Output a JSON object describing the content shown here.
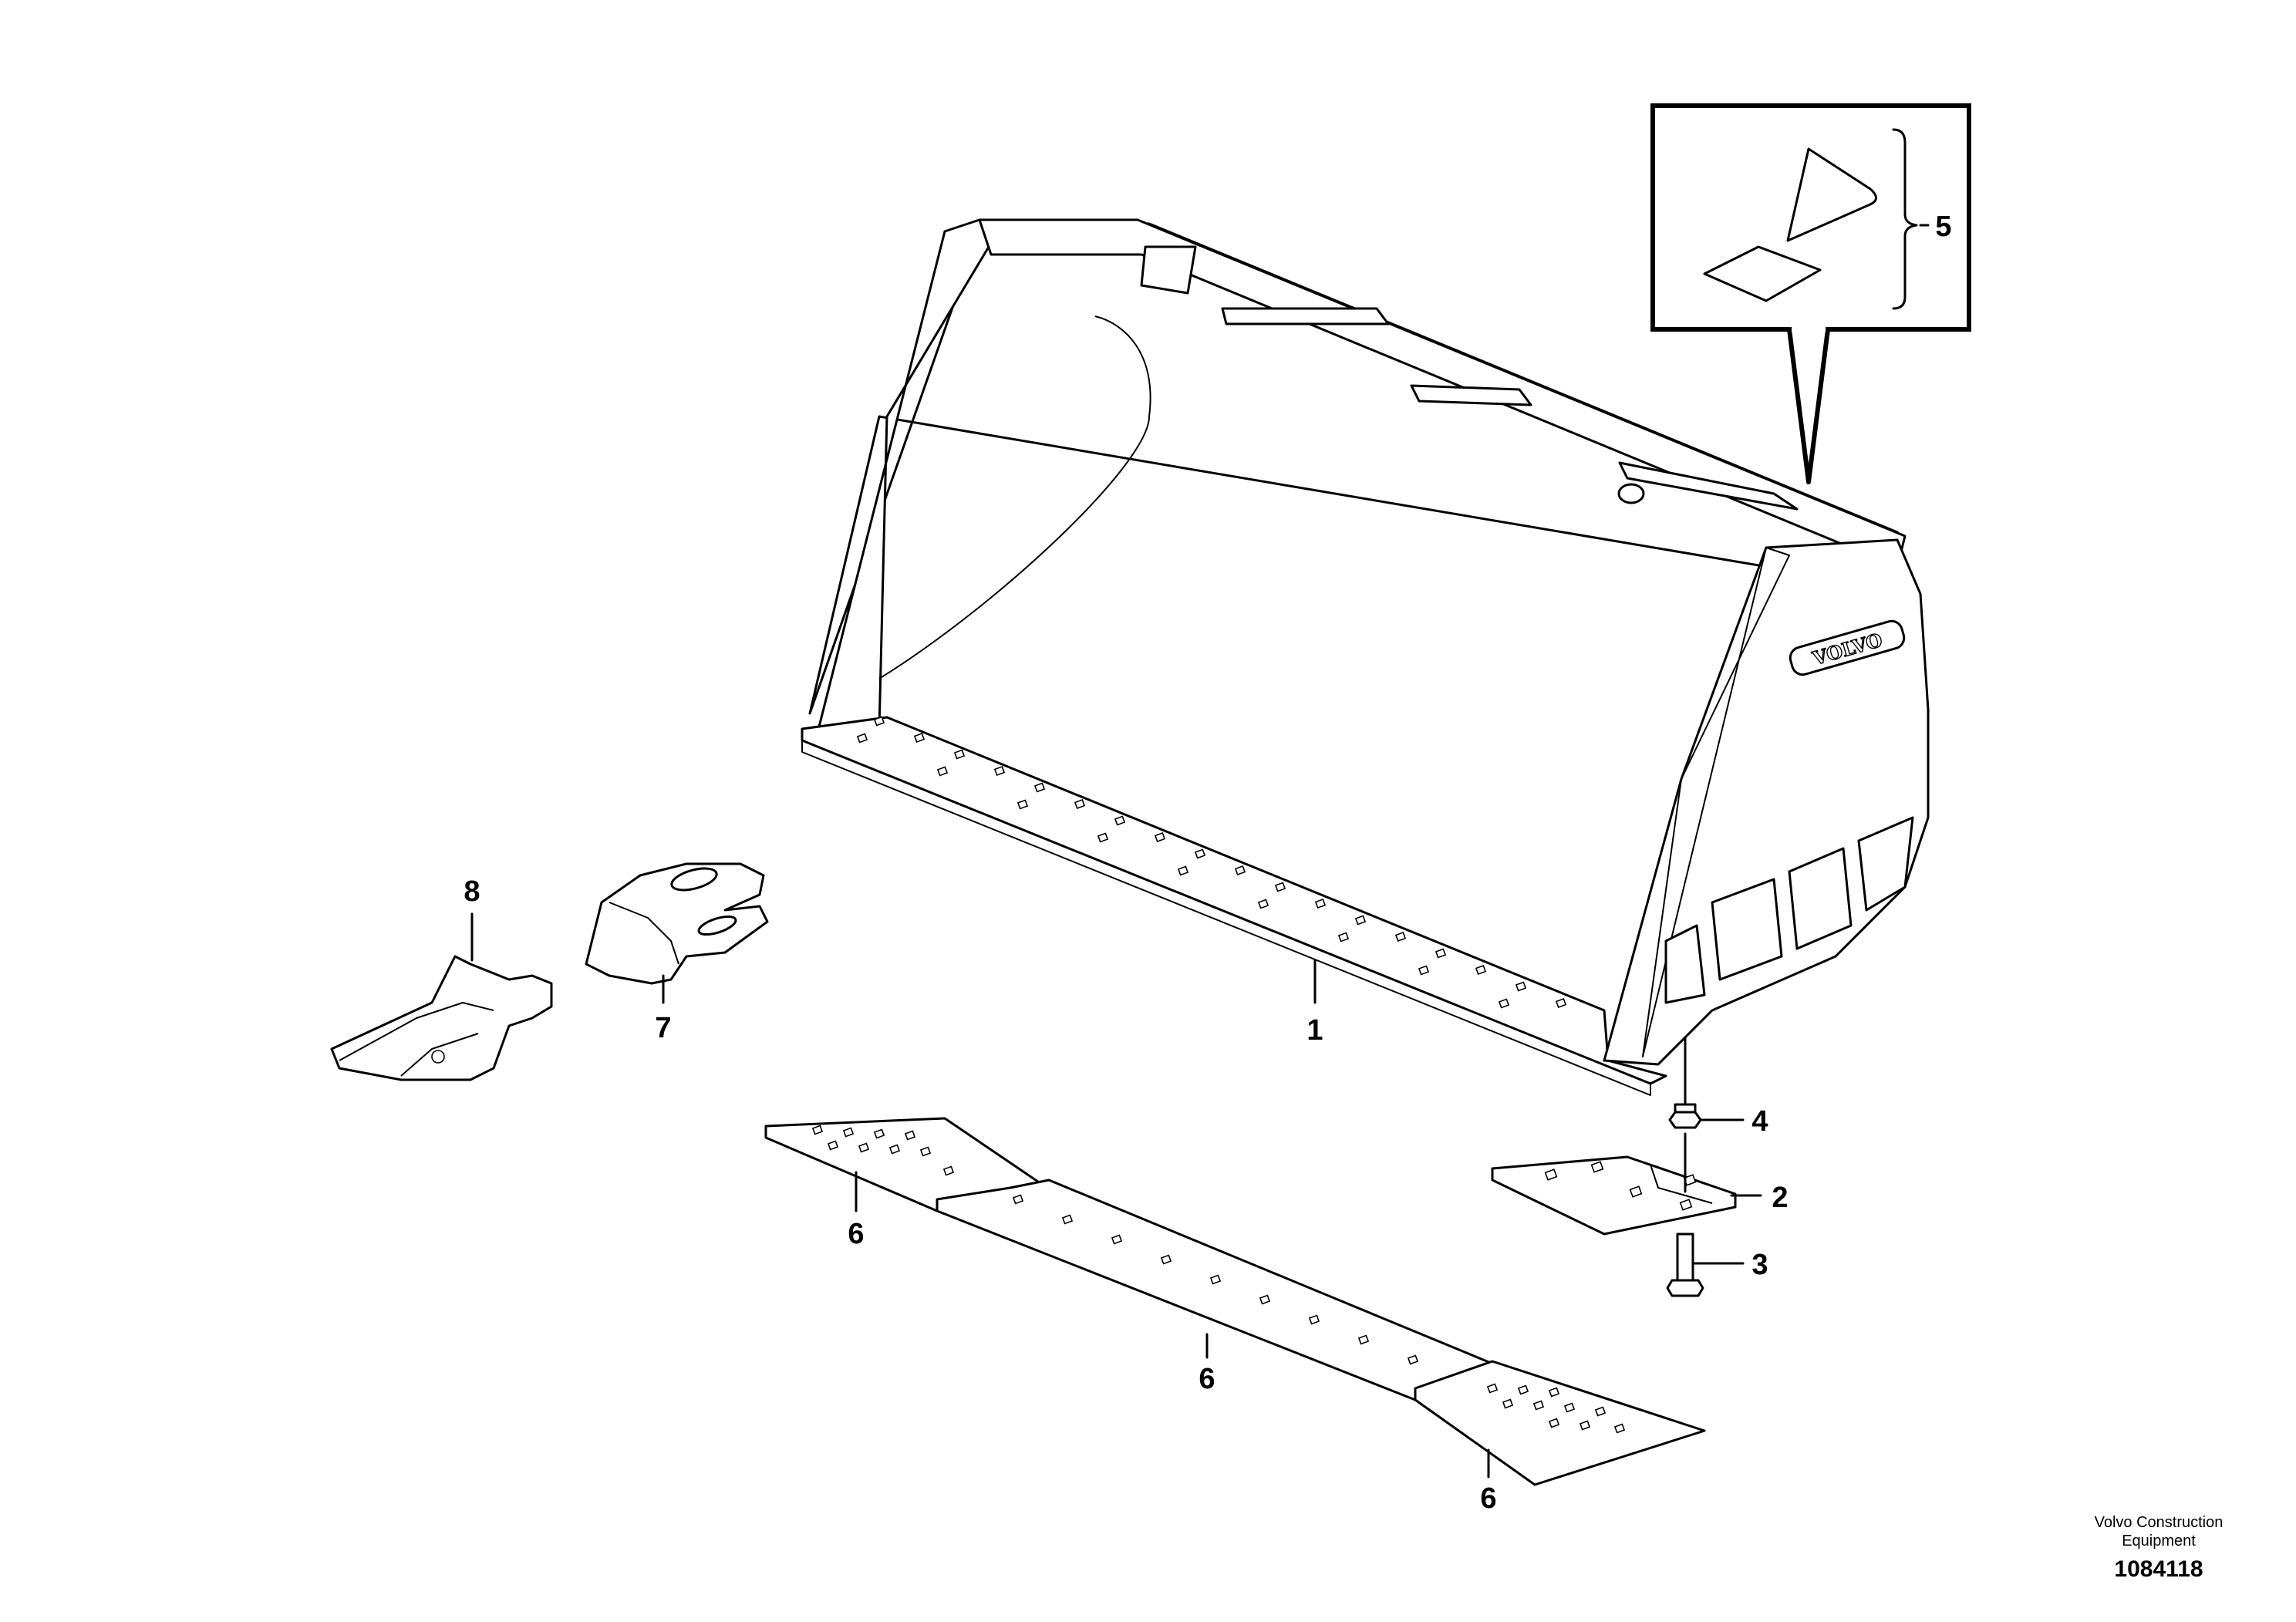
{
  "callouts": {
    "c1": "1",
    "c2": "2",
    "c3": "3",
    "c4": "4",
    "c5": "5",
    "c6a": "6",
    "c6b": "6",
    "c6c": "6",
    "c7": "7",
    "c8": "8"
  },
  "bucket_logo": "VOLVO",
  "credit": {
    "company_line1": "Volvo Construction",
    "company_line2": "Equipment",
    "figure_number": "1084118"
  }
}
